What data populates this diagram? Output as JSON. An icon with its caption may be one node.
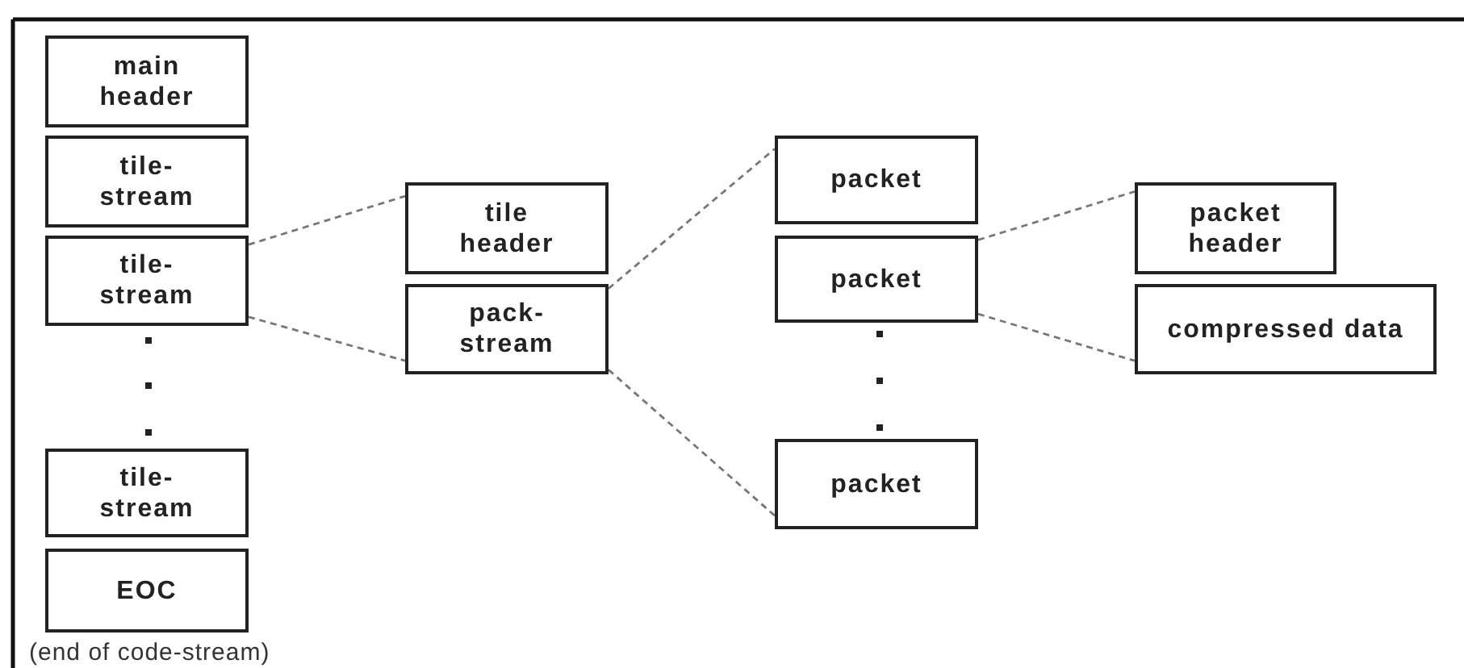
{
  "diagram": {
    "nodes": [
      {
        "text": [
          "main header"
        ]
      },
      {
        "text": [
          "tile- stream"
        ]
      },
      {
        "text": [
          "tile- stream"
        ]
      },
      {
        "text": [
          "tile- stream"
        ]
      },
      {
        "text": [
          "EOC"
        ],
        "beside": [
          "(end of code-stream)"
        ]
      },
      {
        "text": [
          "tile header"
        ]
      },
      {
        "text": [
          "pack- stream"
        ]
      },
      {
        "text": [
          "packet"
        ]
      },
      {
        "text": [
          "packet"
        ]
      },
      {
        "text": [
          "packet"
        ]
      },
      {
        "text": [
          "packet header"
        ]
      },
      {
        "text": [
          "compressed data"
        ]
      }
    ],
    "edges": [
      {
        "from": 2,
        "to": 5,
        "arrow": "none",
        "style": "dashed"
      },
      {
        "from": 2,
        "to": 6,
        "arrow": "none",
        "style": "dashed"
      },
      {
        "from": 6,
        "to": 7,
        "arrow": "none",
        "style": "dashed"
      },
      {
        "from": 6,
        "to": 9,
        "arrow": "none",
        "style": "dashed"
      },
      {
        "from": 8,
        "to": 10,
        "arrow": "none",
        "style": "dashed"
      },
      {
        "from": 8,
        "to": 11,
        "arrow": "none",
        "style": "dashed"
      }
    ]
  }
}
